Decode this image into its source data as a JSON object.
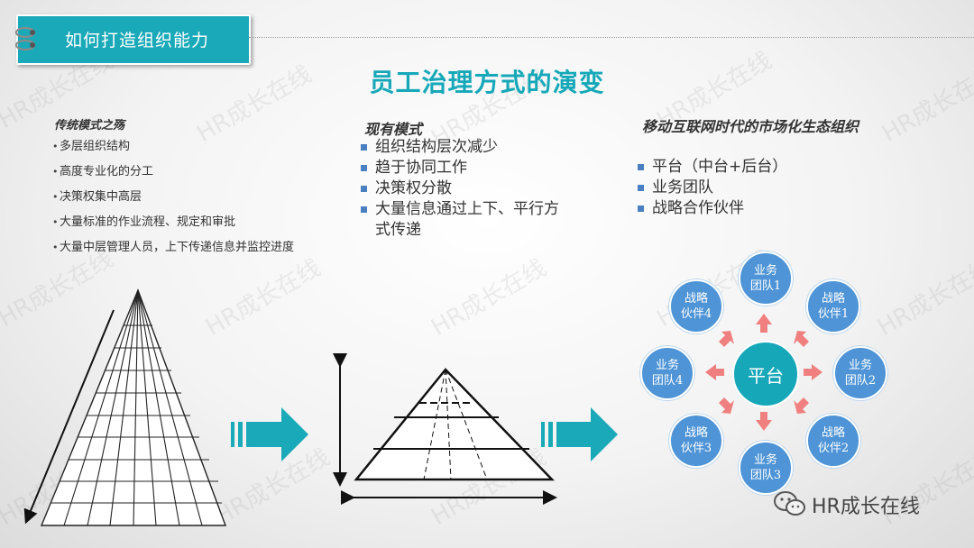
{
  "header": {
    "title": "如何打造组织能力"
  },
  "main_title": "员工治理方式的演变",
  "col1": {
    "title": "传统模式之殇",
    "items": [
      "多层组织结构",
      "高度专业化的分工",
      "决策权集中高层",
      "大量标准的作业流程、规定和审批",
      "大量中层管理人员，上下传递信息并监控进度"
    ]
  },
  "col2": {
    "title": "现有模式",
    "items": [
      "组织结构层次减少",
      "趋于协同工作",
      "决策权分散",
      "大量信息通过上下、平行方式传递"
    ]
  },
  "col3": {
    "title": "移动互联网时代的市场化生态组织",
    "items": [
      "平台（中台+后台）",
      "业务团队",
      "战略合作伙伴"
    ]
  },
  "ecosystem": {
    "center": "平台",
    "nodes": {
      "top": "业务团队1",
      "top_right": "战略伙伴1",
      "right": "业务团队2",
      "bottom_right": "战略伙伴2",
      "bottom": "业务团队3",
      "bottom_left": "战略伙伴3",
      "left": "业务团队4",
      "top_left": "战略伙伴4"
    }
  },
  "watermark": "HR成长在线",
  "brand": "HR成长在线",
  "colors": {
    "teal": "#16a8b9",
    "node_blue": "#4e94d6",
    "arrow_pink": "#f08080",
    "bullet_blue": "#4a7fc1"
  }
}
